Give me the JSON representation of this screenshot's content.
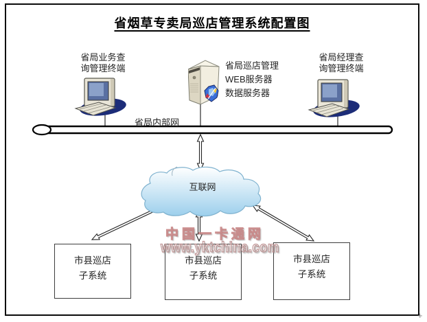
{
  "diagram": {
    "title": "省烟草专卖局巡店管理系统配置图",
    "nodes": {
      "left_terminal": {
        "label": "省局业务查\n询管理终端",
        "icon": "desktop-computer-icon"
      },
      "web_server": {
        "label": "省局巡店管理\nWEB服务器\n数据服务器",
        "icon": "tower-server-icon"
      },
      "right_terminal": {
        "label": "省局经理查\n询管理终端",
        "icon": "desktop-computer-icon"
      }
    },
    "intranet": {
      "label": "省局内部网"
    },
    "internet": {
      "label": "互联网"
    },
    "subsystems": [
      {
        "label": "市县巡店\n子系统"
      },
      {
        "label": "市县巡店\n子系统"
      },
      {
        "label": "市县巡店\n子系统"
      }
    ],
    "watermark": {
      "line1": "中国一卡通网",
      "line2": "www.yktchina.com",
      "color": "#c08080"
    },
    "corner_mark": "+",
    "colors": {
      "cloud_blue": "#9ccfec",
      "shadow_navy": "#1c2c78",
      "case_beige": "#eae6d8",
      "screen_blue": "#5a70a2"
    }
  }
}
